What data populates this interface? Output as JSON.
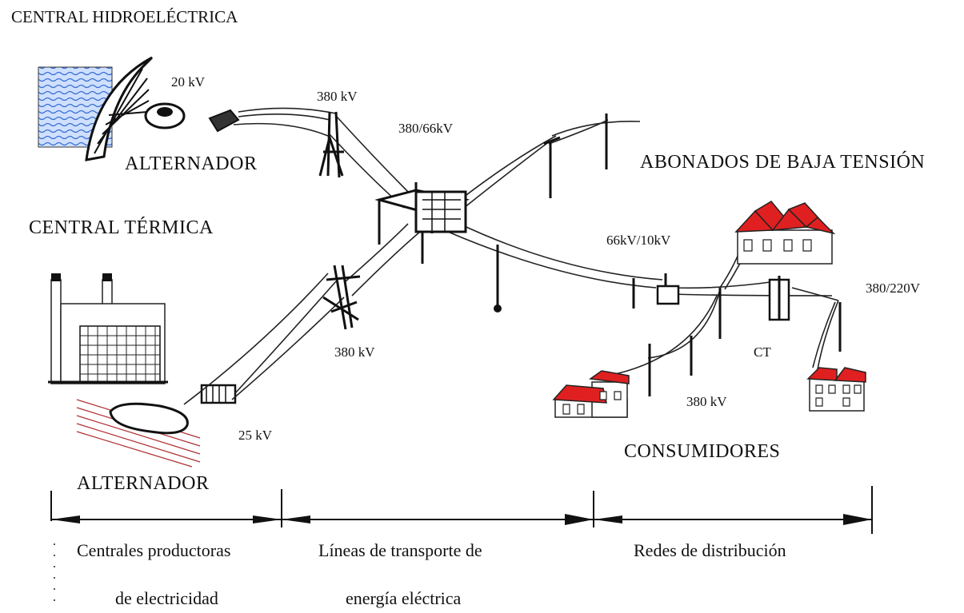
{
  "titles": {
    "hydro_plant": "CENTRAL HIDROELÉCTRICA",
    "thermal_plant": "CENTRAL TÉRMICA",
    "low_voltage_subscribers": "ABONADOS DE BAJA TENSIÓN",
    "consumers": "CONSUMIDORES"
  },
  "labels": {
    "alternator_hydro": "ALTERNADOR",
    "alternator_thermal": "ALTERNADOR",
    "v_20kv": "20 kV",
    "v_380kv_top": "380 kV",
    "v_380_66kv": "380/66kV",
    "v_66_10kv": "66kV/10kV",
    "v_380_220v": "380/220V",
    "v_380kv_mid": "380 kV",
    "v_25kv": "25 kV",
    "ct": "CT",
    "v_380kv_dist": "380 kV"
  },
  "sections": {
    "production_line1": "Centrales productoras",
    "production_line2": "de electricidad",
    "transport_line1": "Líneas de transporte de",
    "transport_line2": "energía eléctrica",
    "distribution": "Redes de distribución"
  },
  "colors": {
    "roof": "#e02020",
    "water": "#3a6fd0",
    "field_lines": "#b03030"
  }
}
